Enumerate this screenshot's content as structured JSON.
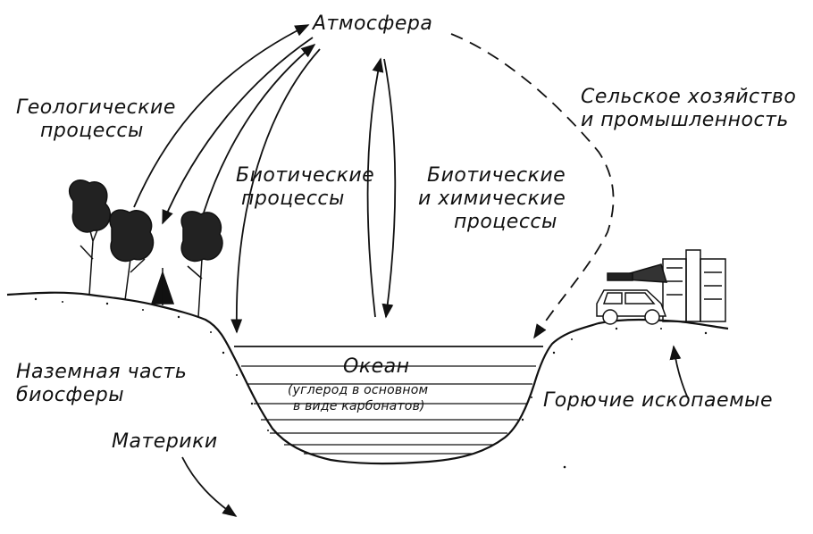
{
  "labels": {
    "atmosphere": "Атмосфера",
    "geological_1": "Геологические",
    "geological_2": "процессы",
    "agriculture_1": "Сельское хозяйство",
    "agriculture_2": "и промышленность",
    "biotic_1": "Биотические",
    "biotic_2": "процессы",
    "biochem_1": "Биотические",
    "biochem_2": "и химические",
    "biochem_3": "процессы",
    "land_1": "Наземная часть",
    "land_2": "биосферы",
    "continents": "Материки",
    "ocean": "Океан",
    "ocean_note_1": "(углерод в основном",
    "ocean_note_2": "в виде карбонатов)",
    "fossil_fuels": "Горючие ископаемые"
  },
  "colors": {
    "ink": "#111111",
    "paper": "#ffffff"
  }
}
